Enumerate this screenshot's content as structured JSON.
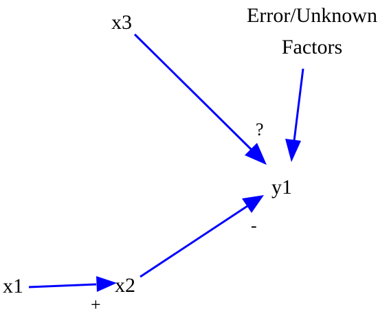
{
  "colors": {
    "arrow": "#0000ff",
    "text": "#000000"
  },
  "nodes": {
    "x1": "x1",
    "x2": "x2",
    "x3": "x3",
    "y1": "y1",
    "error_line1": "Error/Unknown",
    "error_line2": "Factors"
  },
  "edges": {
    "x1_to_x2": {
      "from": "x1",
      "to": "x2",
      "sign": "+"
    },
    "x2_to_y1": {
      "from": "x2",
      "to": "y1",
      "sign": "-"
    },
    "x3_to_y1": {
      "from": "x3",
      "to": "y1",
      "sign": "?"
    },
    "error_to_y1": {
      "from": "Error/Unknown Factors",
      "to": "y1"
    }
  }
}
